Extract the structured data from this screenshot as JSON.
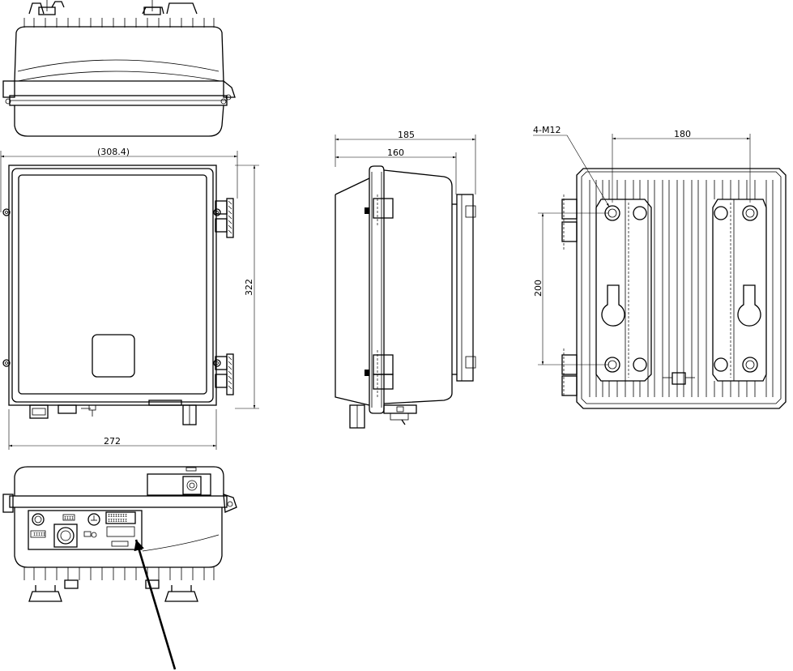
{
  "dimensions": {
    "top_width": "(308.4)",
    "front_height": "322",
    "bottom_width": "272",
    "side_total_depth": "185",
    "side_depth": "160",
    "rear_hole_spacing": "180",
    "rear_vertical_spacing": "200"
  },
  "labels": {
    "mount_bolts": "4-M12"
  },
  "colors": {
    "line": "#000000",
    "background": "#ffffff"
  }
}
